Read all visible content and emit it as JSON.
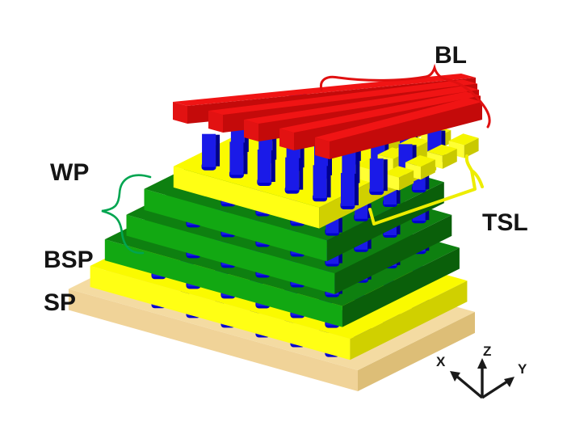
{
  "figure": {
    "type": "3d-stacked-memory-array-diagram",
    "background": "#ffffff"
  },
  "labels": {
    "bl": "BL",
    "wp": "WP",
    "bsp": "BSP",
    "sp": "SP",
    "tsl": "TSL"
  },
  "axes": {
    "x": "X",
    "y": "Y",
    "z": "Z"
  },
  "layers": [
    {
      "name": "SP",
      "role": "bottom-substrate-plate",
      "color_top": "#F4DBA2",
      "color_left": "#F0D398",
      "color_right": "#DDBE77"
    },
    {
      "name": "",
      "role": "lower-yellow-plate",
      "color_top": "#FAFA00",
      "color_left": "#FFFF14",
      "color_right": "#D0D000"
    },
    {
      "name": "BSP",
      "role": "bottom-select-plate",
      "color_top": "#0E8010",
      "color_left": "#12A812",
      "color_right": "#0A5F0A"
    },
    {
      "name": "WP",
      "role": "word-plate",
      "color_top": "#0E8010",
      "color_left": "#12A812",
      "color_right": "#0A5F0A"
    },
    {
      "name": "WP",
      "role": "word-plate",
      "color_top": "#0E8010",
      "color_left": "#12A812",
      "color_right": "#0A5F0A"
    },
    {
      "name": "TSL",
      "role": "top-select-plate",
      "color_top": "#FAFA00",
      "color_left": "#FFFF14",
      "color_right": "#D0D000"
    }
  ],
  "bit_lines": {
    "count": 5,
    "color_top": "#F01414",
    "color_side": "#C40A0A",
    "color_end": "#E21212"
  },
  "pillars": {
    "color_front": "#1A1AE8",
    "color_side": "#00008E",
    "color_stub": "#0000CC"
  },
  "tsl_blocks": {
    "count": 10,
    "color_top": "#F5F500",
    "color_left": "#FFFF33",
    "color_right": "#C9C900"
  },
  "annotation_colors": {
    "bl_brace": "#E01010",
    "wp_brace": "#00A550",
    "tsl_bracket": "#EDED00",
    "axes": "#1a1a1a"
  }
}
